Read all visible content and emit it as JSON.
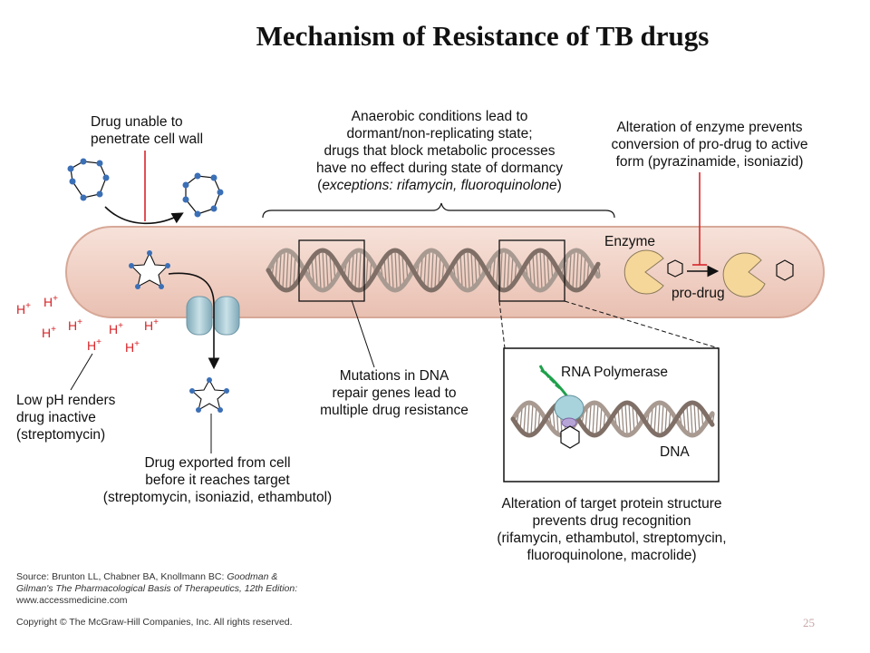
{
  "title": "Mechanism of Resistance of TB drugs",
  "labels": {
    "cell_wall": [
      "Drug unable to",
      "penetrate cell wall"
    ],
    "dormancy": [
      "Anaerobic conditions lead to",
      "dormant/non-replicating state;",
      "drugs that block metabolic processes",
      "have no effect during state of dormancy"
    ],
    "dormancy_exceptions_prefix": "(",
    "dormancy_exceptions_label": "exceptions",
    "dormancy_exceptions_text": ": rifamycin, fluoroquinolone",
    "dormancy_exceptions_suffix": ")",
    "enzyme_alteration": [
      "Alteration of enzyme prevents",
      "conversion of pro-drug to active",
      "form (pyrazinamide, isoniazid)"
    ],
    "enzyme": "Enzyme",
    "prodrug": "pro-drug",
    "ph": [
      "Low pH renders",
      "drug inactive",
      "(streptomycin)"
    ],
    "mutations": [
      "Mutations in DNA",
      "repair genes lead to",
      "multiple drug resistance"
    ],
    "export": [
      "Drug exported from cell",
      "before it reaches target",
      "(streptomycin, isoniazid, ethambutol)"
    ],
    "rna_polymerase": "RNA Polymerase",
    "dna": "DNA",
    "target_alteration": [
      "Alteration of target protein structure",
      "prevents drug recognition",
      "(rifamycin, ethambutol, streptomycin,",
      "fluoroquinolone, macrolide)"
    ]
  },
  "proton": {
    "symbol": "H",
    "charge": "+"
  },
  "source": {
    "line1_prefix": "Source: Brunton LL, Chabner BA, Knollmann BC: ",
    "line1_italic": "Goodman &",
    "line2_italic": "Gilman's The Pharmacological Basis of Therapeutics, 12th Edition:",
    "line3": "www.accessmedicine.com",
    "line4": "Copyright © The McGraw-Hill Companies, Inc. All rights reserved."
  },
  "page_number": "25",
  "colors": {
    "cell": "#f2d3c8",
    "cell_edge": "#d9a897",
    "red": "#d7262b",
    "dna": "#8a7a70",
    "enzyme": "#f6d79a",
    "channel": "#a9c8d2",
    "atom": "#3b6fb6",
    "polymerase": "#a9d3dc",
    "rna": "#1fa04a"
  }
}
